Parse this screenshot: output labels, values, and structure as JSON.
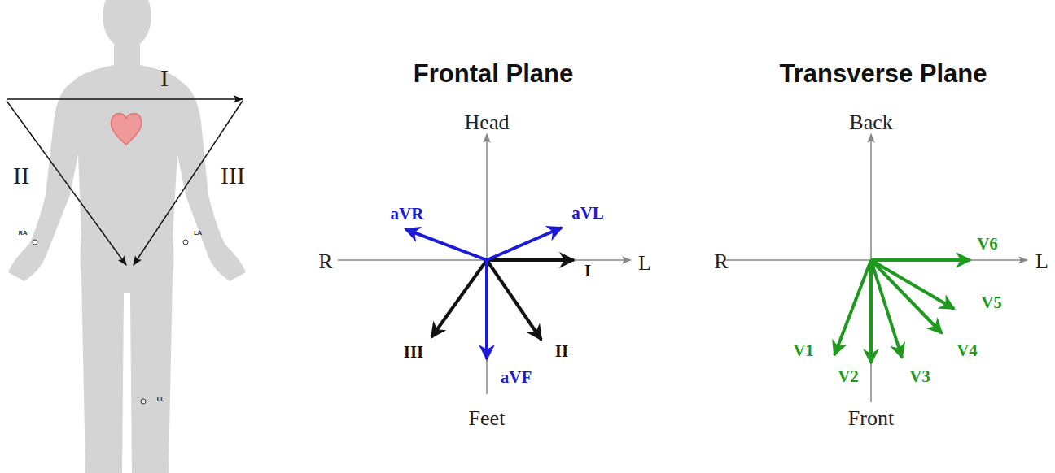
{
  "diagram": {
    "labels": [
      "I",
      "II",
      "III",
      "RA",
      "LA",
      "LL",
      "Frontal Plane",
      "Transverse Plane",
      "Head",
      "R",
      "L",
      "Feet",
      "aVR",
      "aVL",
      "I",
      "III",
      "aVF",
      "II",
      "Back",
      "R",
      "L",
      "Front",
      "V1",
      "V2",
      "V3",
      "V4",
      "V5",
      "V6"
    ]
  }
}
